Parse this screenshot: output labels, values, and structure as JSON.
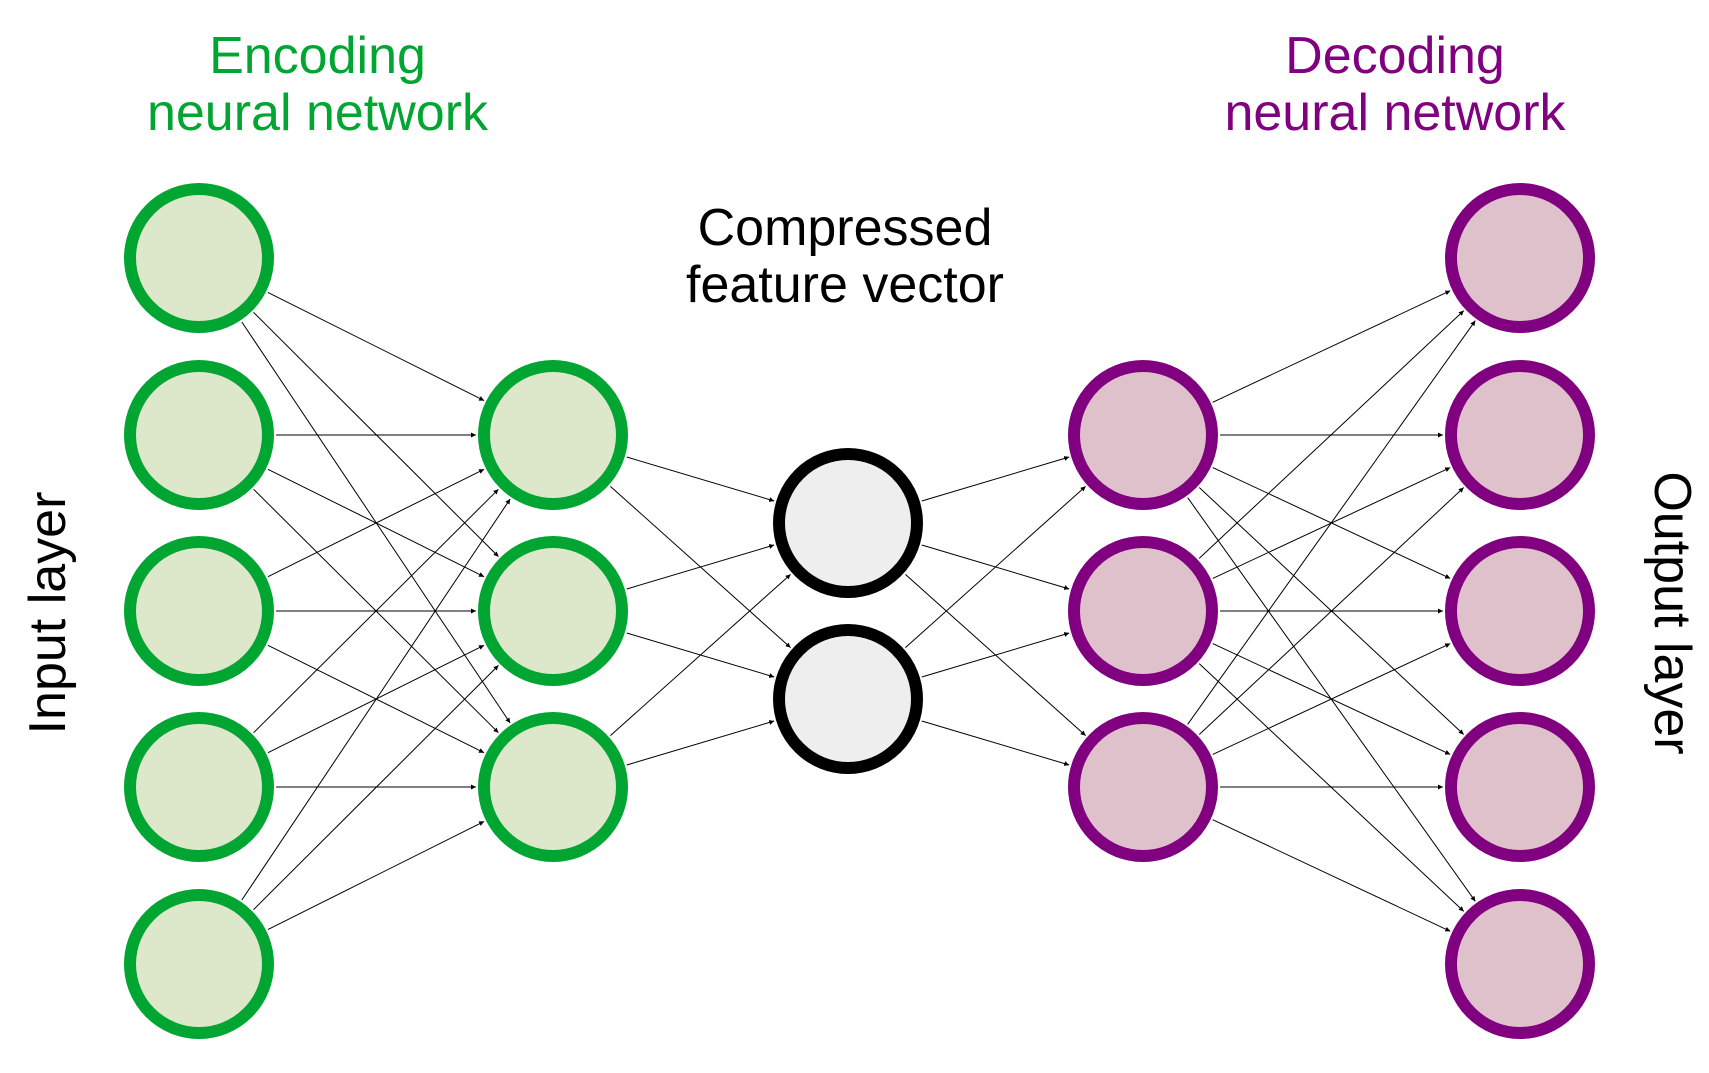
{
  "labels": {
    "encoding_line1": "Encoding",
    "encoding_line2": "neural network",
    "decoding_line1": "Decoding",
    "decoding_line2": "neural network",
    "compressed_line1": "Compressed",
    "compressed_line2": "feature vector",
    "input_layer": "Input layer",
    "output_layer": "Output layer"
  },
  "colors": {
    "encoder_stroke": "#00a532",
    "encoder_fill": "#dce8c9",
    "decoder_stroke": "#800080",
    "decoder_fill": "#dfc1cb",
    "bottleneck_stroke": "#000000",
    "bottleneck_fill": "#eeeeee",
    "edge": "#000000"
  },
  "layers": [
    {
      "name": "input",
      "nodes": 5,
      "group": "encoder"
    },
    {
      "name": "hidden-encoder",
      "nodes": 3,
      "group": "encoder"
    },
    {
      "name": "bottleneck",
      "nodes": 2,
      "group": "bottleneck"
    },
    {
      "name": "hidden-decoder",
      "nodes": 3,
      "group": "decoder"
    },
    {
      "name": "output",
      "nodes": 5,
      "group": "decoder"
    }
  ]
}
